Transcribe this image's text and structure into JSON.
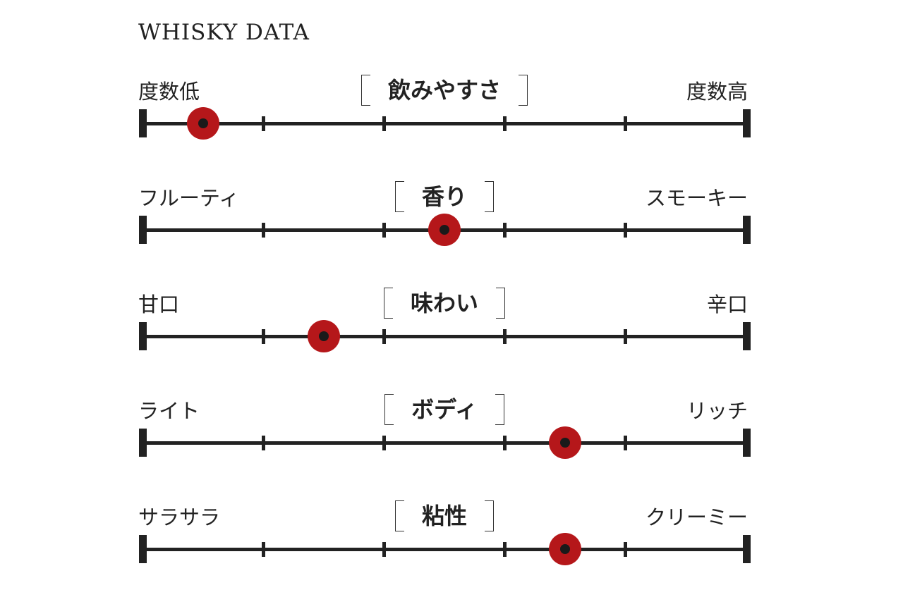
{
  "title": "WHISKY DATA",
  "colors": {
    "marker": "#b5171a",
    "line": "#222222"
  },
  "chart_data": {
    "type": "scale",
    "title": "WHISKY DATA",
    "scale_range": [
      0,
      5
    ],
    "rows": [
      {
        "category": "飲みやすさ",
        "left": "度数低",
        "right": "度数高",
        "value": 0.5
      },
      {
        "category": "香り",
        "left": "フルーティ",
        "right": "スモーキー",
        "value": 2.5
      },
      {
        "category": "味わい",
        "left": "甘口",
        "right": "辛口",
        "value": 1.5
      },
      {
        "category": "ボディ",
        "left": "ライト",
        "right": "リッチ",
        "value": 3.5
      },
      {
        "category": "粘性",
        "left": "サラサラ",
        "right": "クリーミー",
        "value": 3.5
      }
    ]
  }
}
